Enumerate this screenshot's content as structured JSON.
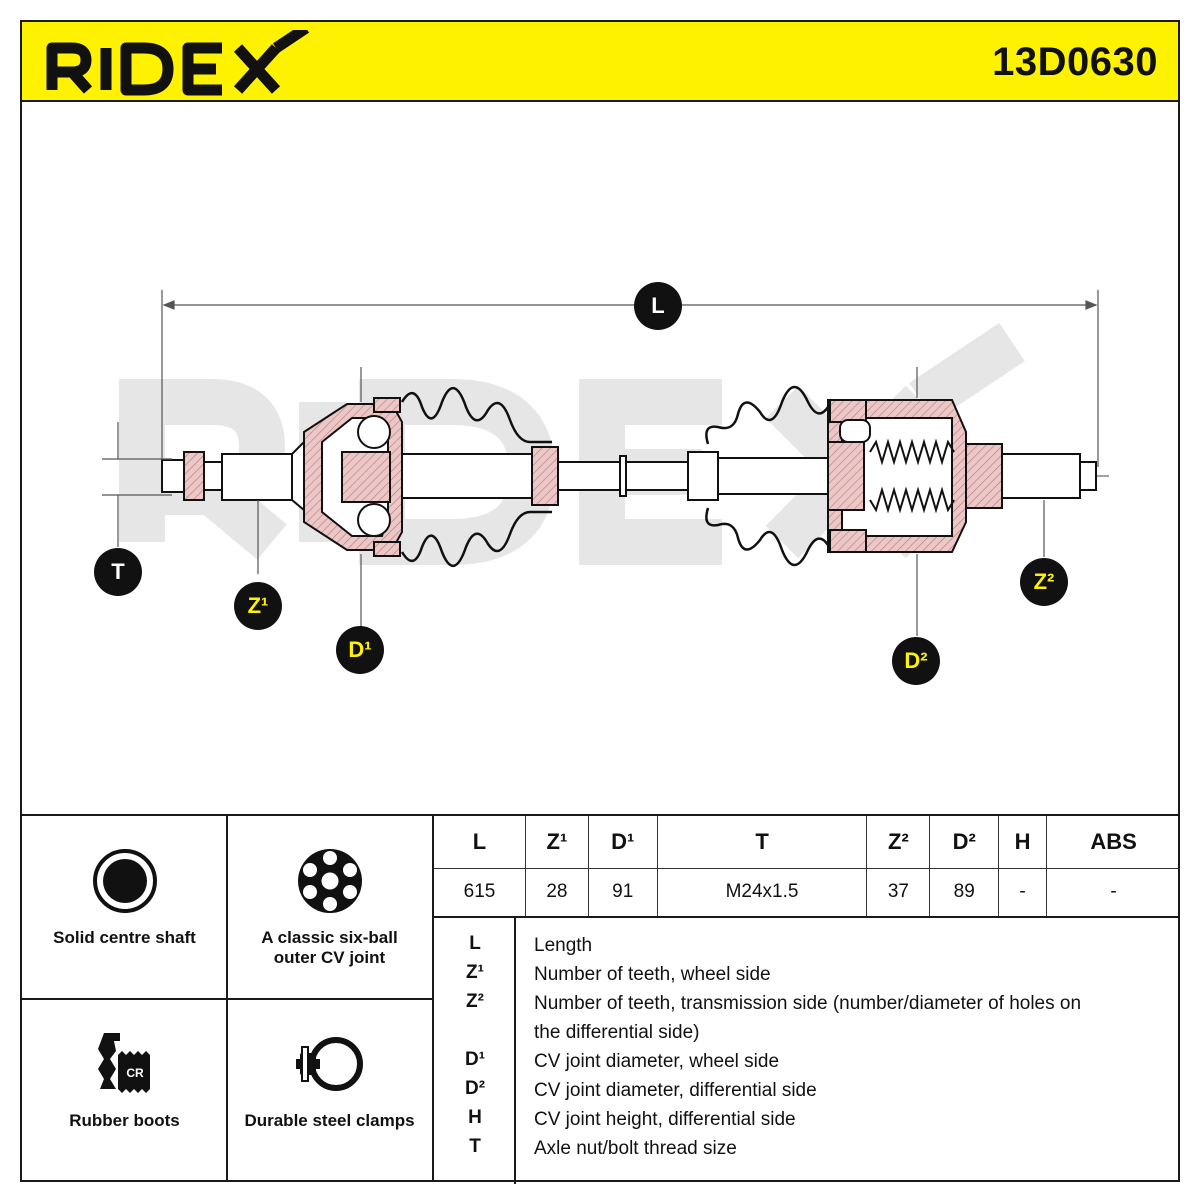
{
  "brand": "RIDEX",
  "part_number": "13D0630",
  "diagram_labels": {
    "L": "L",
    "T": "T",
    "Z1": "Z¹",
    "D1": "D¹",
    "Z2": "Z²",
    "D2": "D²"
  },
  "features": [
    {
      "label": "Solid centre shaft",
      "icon": "solid-circle-icon"
    },
    {
      "label": "A classic six-ball outer CV joint",
      "icon": "six-ball-joint-icon"
    },
    {
      "label": "Rubber boots",
      "icon": "cr-boot-icon"
    },
    {
      "label": "Durable steel clamps",
      "icon": "clamp-icon"
    }
  ],
  "spec_table": {
    "headers": [
      "L",
      "Z¹",
      "D¹",
      "T",
      "Z²",
      "D²",
      "H",
      "ABS"
    ],
    "values": [
      "615",
      "28",
      "91",
      "M24x1.5",
      "37",
      "89",
      "-",
      "-"
    ]
  },
  "legend": [
    {
      "key": "L",
      "desc": "Length"
    },
    {
      "key": "Z¹",
      "desc": "Number of teeth, wheel side"
    },
    {
      "key": "Z²",
      "desc": "Number of teeth, transmission side (number/diameter of holes on the differential side)"
    },
    {
      "key": "D¹",
      "desc": "CV joint diameter, wheel side"
    },
    {
      "key": "D²",
      "desc": "CV joint diameter, differential side"
    },
    {
      "key": "H",
      "desc": "CV joint height, differential side"
    },
    {
      "key": "T",
      "desc": "Axle nut/bolt thread size"
    }
  ],
  "colors": {
    "header_yellow": "#fff200",
    "badge_black": "#111111",
    "watermark": "#e3e3e3",
    "hatch_pink": "#d9a8a8"
  }
}
